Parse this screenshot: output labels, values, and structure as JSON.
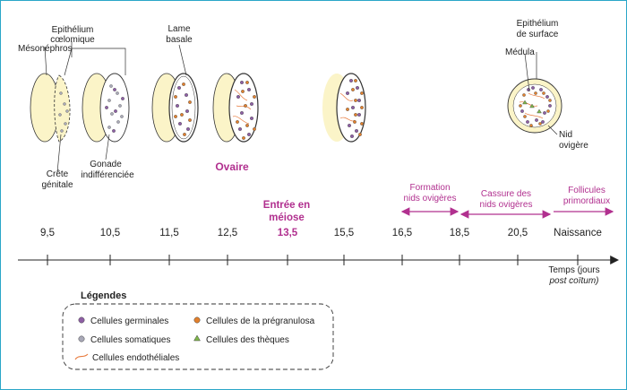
{
  "labels": {
    "mesonephros": "Mésonéphros",
    "epithelium_line1": "Epithélium",
    "epithelium_line2": "cœlomique",
    "lame_line1": "Lame",
    "lame_line2": "basale",
    "crete_line1": "Crête",
    "crete_line2": "génitale",
    "gonade_line1": "Gonade",
    "gonade_line2": "indifférenciée",
    "ovaire": "Ovaire",
    "entree_line1": "Entrée en",
    "entree_line2": "méiose",
    "surface_line1": "Epithélium",
    "surface_line2": "de surface",
    "medula": "Médula",
    "nid_line1": "Nid",
    "nid_line2": "ovigère"
  },
  "phases": {
    "formation_line1": "Formation",
    "formation_line2": "nids ovigères",
    "cassure_line1": "Cassure des",
    "cassure_line2": "nids ovigères",
    "follicules_line1": "Follicules",
    "follicules_line2": "primordiaux"
  },
  "timeline": {
    "ticks": [
      "9,5",
      "10,5",
      "11,5",
      "12,5",
      "13,5",
      "15,5",
      "16,5",
      "18,5",
      "20,5",
      "Naissance"
    ],
    "axis_line1": "Temps (jours",
    "axis_line2": "post coïtum)"
  },
  "legend": {
    "title": "Légendes",
    "germinales": "Cellules germinales",
    "somatiques": "Cellules somatiques",
    "endotheliales": "Cellules endothéliales",
    "pregranulosa": "Cellules de la prégranulosa",
    "theques": "Cellules des thèques"
  },
  "colors": {
    "pink": "#b1308f",
    "cream": "#fbf4c8",
    "germinal": "#8e5fa5",
    "somatic": "#a9a9b8",
    "pregranulosa": "#e2802c",
    "theca": "#7fb64a",
    "endothelial": "#e87a3c"
  }
}
